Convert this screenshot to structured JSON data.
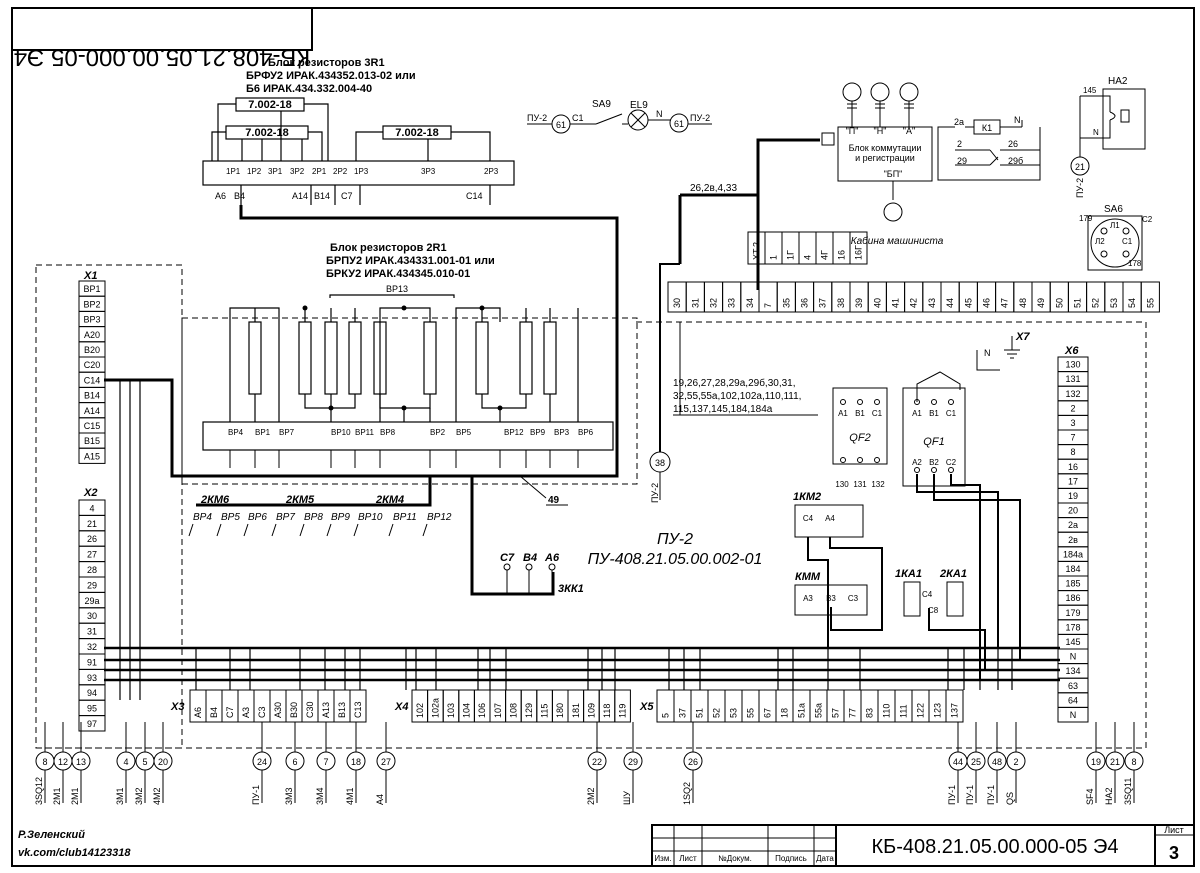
{
  "title_mirror": "КБ-408.21.05.00.000-05 Э4",
  "stamp": {
    "doc": "КБ-408.21.05.00.000-05 Э4",
    "sheet_label": "Лист",
    "sheet_no": "3",
    "cols": [
      "Изм.",
      "Лист",
      "№Докум.",
      "Подпись",
      "Дата"
    ]
  },
  "author": [
    "Р.Зеленский",
    "vk.com/club14123318"
  ],
  "r3": {
    "title": [
      "Блок резисторов 3R1",
      "БРФУ2 ИРАК.434352.013-02 или",
      "Б6 ИРАК.434.332.004-40"
    ],
    "res": [
      "7.002-18",
      "7.002-18",
      "7.002-18"
    ],
    "pins": [
      "1Р1",
      "1Р2",
      "3Р1",
      "3Р2",
      "2Р1",
      "2Р2",
      "1Р3",
      "3Р3",
      "2Р3"
    ],
    "wires": [
      "А6",
      "В4",
      "А14",
      "В14",
      "С7",
      "С14"
    ]
  },
  "r2": {
    "title": [
      "Блок резисторов 2R1",
      "БРПУ2 ИРАК.434331.001-01 или",
      "БРКУ2 ИРАК.434345.010-01"
    ],
    "top": "ВР13",
    "pins": [
      "ВР4",
      "ВР1",
      "ВР7",
      "ВР10",
      "ВР11",
      "ВР8",
      "ВР2",
      "ВР5",
      "ВР12",
      "ВР9",
      "ВР3",
      "ВР6"
    ],
    "groups": [
      "2КМ6",
      "2КМ5",
      "2КМ4"
    ],
    "outs": [
      "ВР4",
      "ВР5",
      "ВР6",
      "ВР7",
      "ВР8",
      "ВР9",
      "ВР10",
      "ВР11",
      "ВР12"
    ],
    "wire": "49"
  },
  "x1": {
    "name": "X1",
    "pins": [
      "ВР1",
      "ВР2",
      "ВР3",
      "А20",
      "В20",
      "С20",
      "С14",
      "В14",
      "А14",
      "С15",
      "В15",
      "А15"
    ]
  },
  "x2": {
    "name": "X2",
    "pins": [
      "4",
      "21",
      "26",
      "27",
      "28",
      "29",
      "29а",
      "30",
      "31",
      "32",
      "91",
      "93",
      "94",
      "95",
      "97"
    ]
  },
  "x6": {
    "name": "X6",
    "pins": [
      "130",
      "131",
      "132",
      "2",
      "3",
      "7",
      "8",
      "16",
      "17",
      "19",
      "20",
      "2а",
      "2в",
      "184а",
      "184",
      "185",
      "186",
      "179",
      "178",
      "145",
      "N",
      "134",
      "63",
      "64",
      "N"
    ]
  },
  "x3": {
    "name": "X3",
    "pins": [
      "А6",
      "В4",
      "С7",
      "А3",
      "С3",
      "А30",
      "В30",
      "С30",
      "А13",
      "В13",
      "С13"
    ]
  },
  "x4": {
    "name": "X4",
    "pins": [
      "102",
      "102а",
      "103",
      "104",
      "106",
      "107",
      "108",
      "129",
      "115",
      "180",
      "181",
      "109",
      "118",
      "119"
    ]
  },
  "x5": {
    "name": "X5",
    "pins": [
      "5",
      "37",
      "51",
      "52",
      "53",
      "55",
      "67",
      "18",
      "51а",
      "55а",
      "57",
      "77",
      "83",
      "110",
      "111",
      "122",
      "123",
      "137"
    ]
  },
  "xt1": {
    "name": "XT.1",
    "pins": [
      "30",
      "31",
      "32",
      "33",
      "34",
      "7",
      "35",
      "36",
      "37",
      "38",
      "39",
      "40",
      "41",
      "42",
      "43",
      "44",
      "45",
      "46",
      "47",
      "48",
      "49",
      "50",
      "51",
      "52",
      "53",
      "54",
      "55"
    ]
  },
  "xt2": {
    "name": "XT.2",
    "pins": [
      "1",
      "1Г",
      "4",
      "4Г",
      "16",
      "16Г"
    ],
    "wire": "26,2в,4,33"
  },
  "bus_label": [
    "19,26,27,28,29а,29б,30,31,",
    "32,55,55а,102,102а,110,111,",
    "115,137,145,184,184а"
  ],
  "cab": {
    "block": [
      "Блок коммутации",
      "и регистрации"
    ],
    "bp": "\"БП\"",
    "p": "\"П\"",
    "n": "\"Н\"",
    "a": "\"А\"",
    "caption": "Кабина машиниста"
  },
  "k1": {
    "name": "К1",
    "lines": [
      [
        "2а",
        "N"
      ],
      [
        "2",
        "26"
      ],
      [
        "29",
        "29б"
      ]
    ]
  },
  "sa9": {
    "name": "SA9",
    "el": "EL9",
    "left": "ПУ-2",
    "right": "ПУ-2",
    "c1": "С1",
    "n": "N",
    "w": "61"
  },
  "ha2": {
    "name": "НА2",
    "wires": [
      "145",
      "N"
    ],
    "term": "21",
    "dest": "ПУ-2"
  },
  "sa6": {
    "name": "SA6",
    "pins": [
      "Л1",
      "С2",
      "Л2",
      "С1"
    ],
    "wires": [
      "179",
      "178"
    ]
  },
  "qf2": {
    "name": "QF2",
    "top": [
      "А1",
      "В1",
      "С1"
    ],
    "bottom": [
      "130",
      "131",
      "132"
    ]
  },
  "qf1": {
    "name": "QF1",
    "top": [
      "А1",
      "В1",
      "С1"
    ],
    "bottom": [
      "А2",
      "В2",
      "С2"
    ]
  },
  "km2": {
    "name": "1КМ2",
    "pins": [
      "С4",
      "А4"
    ]
  },
  "kmm": {
    "name": "КММ",
    "pins": [
      "А3",
      "В3",
      "С3"
    ]
  },
  "ka1": {
    "name": "1КА1",
    "pins": [
      "С4",
      "С8"
    ]
  },
  "ka2": {
    "name": "2КА1"
  },
  "kk1": {
    "name": "3КК1",
    "pins": [
      "С7",
      "В4",
      "А6"
    ]
  },
  "pu2": {
    "name": "ПУ-2",
    "code": "ПУ-408.21.05.00.002-01",
    "w38": "38",
    "dest": "ПУ-2"
  },
  "x7": "X7",
  "n": "N",
  "bottom_terms": [
    {
      "n": "8",
      "d": "3SQ12"
    },
    {
      "n": "12",
      "d": "2М1"
    },
    {
      "n": "13",
      "d": "2М1"
    },
    {
      "n": "4",
      "d": "3М1"
    },
    {
      "n": "5",
      "d": "3М2"
    },
    {
      "n": "20",
      "d": "4М2"
    },
    {
      "n": "24",
      "d": "ПУ-1"
    },
    {
      "n": "6",
      "d": "3М3"
    },
    {
      "n": "7",
      "d": "3М4"
    },
    {
      "n": "18",
      "d": "4М1"
    },
    {
      "n": "27",
      "d": "А4"
    },
    {
      "n": "22",
      "d": "2М2"
    },
    {
      "n": "29",
      "d": "ШУ"
    },
    {
      "n": "26",
      "d": "1SQ2"
    },
    {
      "n": "44",
      "d": "ПУ-1"
    },
    {
      "n": "25",
      "d": "ПУ-1"
    },
    {
      "n": "48",
      "d": "ПУ-1"
    },
    {
      "n": "2",
      "d": "QS"
    },
    {
      "n": "19",
      "d": "SF4"
    },
    {
      "n": "21",
      "d": "НА2"
    },
    {
      "n": "8",
      "d": "3SQ11"
    }
  ]
}
